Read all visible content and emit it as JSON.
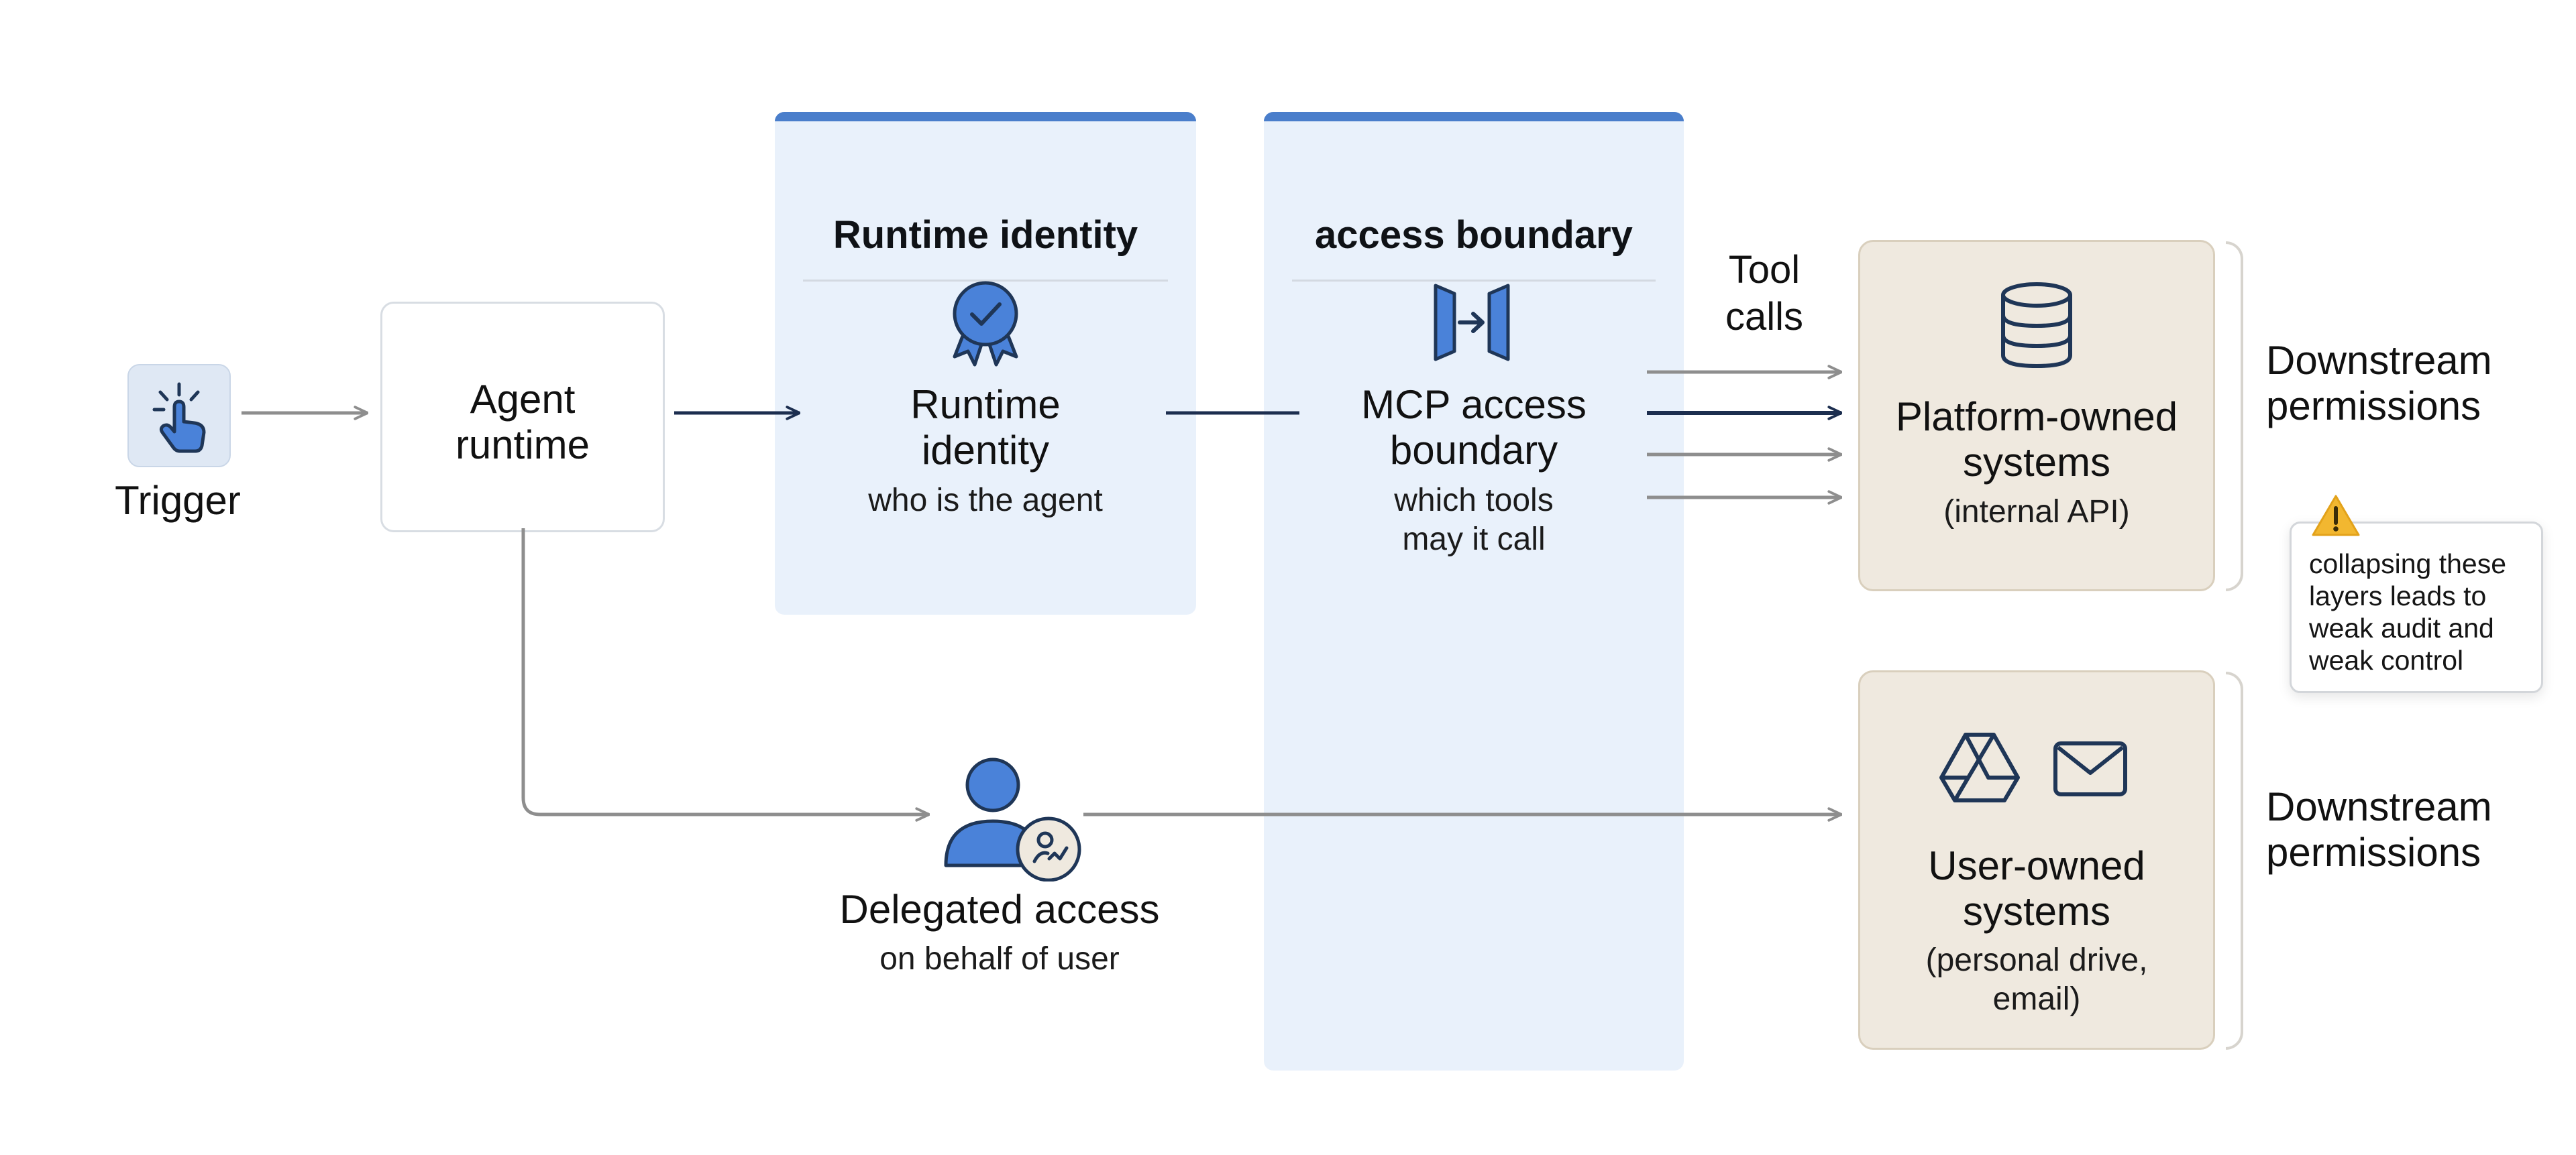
{
  "trigger": {
    "label": "Trigger",
    "icon": "tap-hand-icon"
  },
  "agent_runtime": {
    "line1": "Agent",
    "line2": "runtime"
  },
  "lanes": {
    "runtime": {
      "title": "Runtime identity",
      "label_line1": "Runtime",
      "label_line2": "identity",
      "sub": "who is the agent",
      "icon": "badge-check-icon"
    },
    "access": {
      "title": "access boundary",
      "label_line1": "MCP access",
      "label_line2": "boundary",
      "sub_line1": "which tools",
      "sub_line2": "may it call",
      "icon": "gate-arrow-icon"
    }
  },
  "tool_calls": {
    "line1": "Tool",
    "line2": "calls"
  },
  "platform": {
    "line1": "Platform-owned",
    "line2": "systems",
    "sub": "(internal API)",
    "icon": "database-icon"
  },
  "user_systems": {
    "line1": "User-owned",
    "line2": "systems",
    "sub_line1": "(personal drive,",
    "sub_line2": "email)",
    "icons": [
      "drive-icon",
      "mail-icon"
    ]
  },
  "delegated": {
    "title": "Delegated access",
    "sub": "on behalf of user",
    "icon": "user-delegate-icon"
  },
  "downstream_top": {
    "line1": "Downstream",
    "line2": "permissions"
  },
  "downstream_bottom": {
    "line1": "Downstream",
    "line2": "permissions"
  },
  "warning": {
    "icon": "warning-icon",
    "lines": [
      "collapsing these",
      "layers leads to",
      "weak audit and",
      "weak control"
    ]
  },
  "colors": {
    "accent": "#4a7ecb",
    "lane_fill": "#e9f1fb",
    "navy_arrow": "#1c2e4f",
    "gray_arrow": "#8e8e8e",
    "tan_fill": "#efe9df",
    "icon_blue": "#4a82d9",
    "icon_stroke": "#1f3657",
    "warning_yellow": "#f2b730"
  }
}
